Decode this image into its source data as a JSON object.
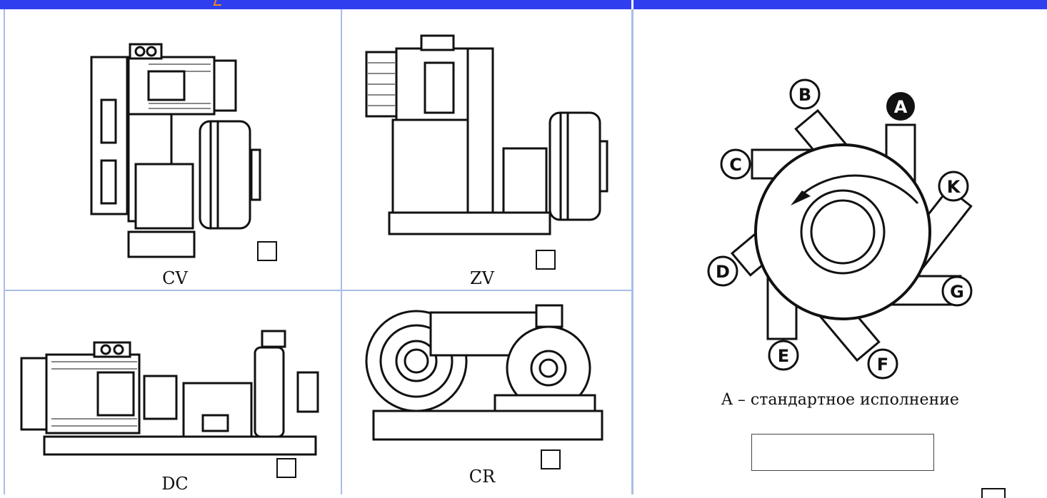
{
  "options": [
    {
      "code": "CV"
    },
    {
      "code": "ZV"
    },
    {
      "code": "DC"
    },
    {
      "code": "CR"
    }
  ],
  "orientation": {
    "positions": [
      "A",
      "B",
      "C",
      "D",
      "E",
      "F",
      "G",
      "K"
    ],
    "caption": "A – стандартное исполнение",
    "input_value": ""
  },
  "colors": {
    "header": "#2f3ff0",
    "grid": "#a9bde6",
    "accent": "#f28a1c"
  }
}
